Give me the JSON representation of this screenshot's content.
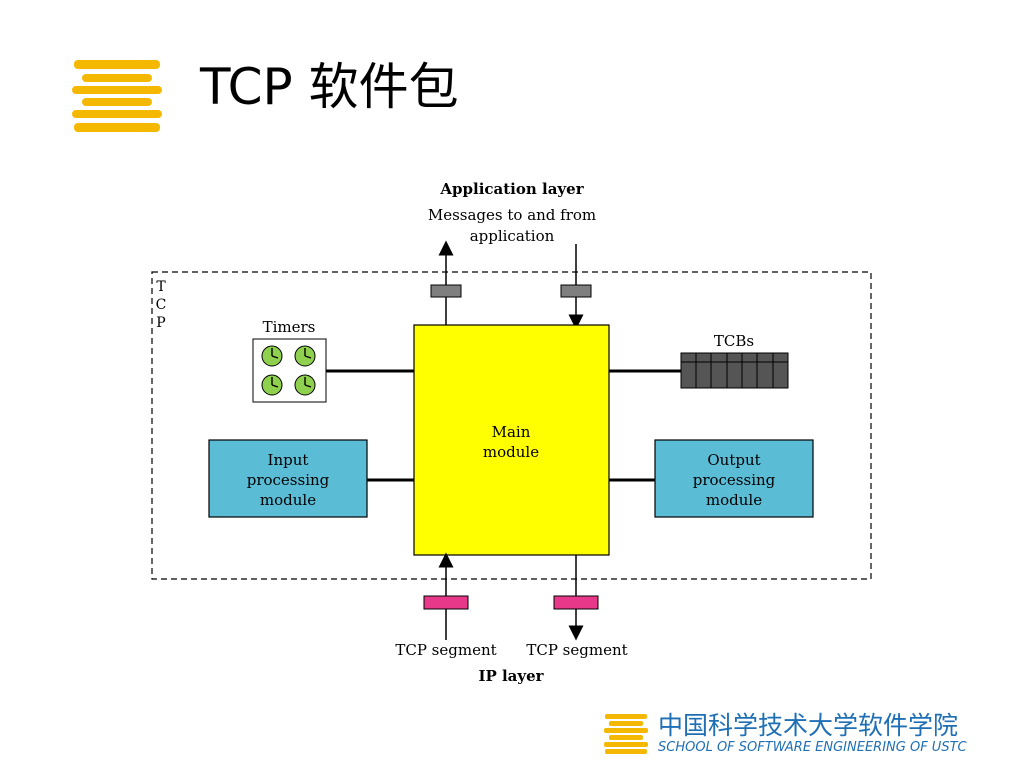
{
  "slide": {
    "title": "TCP 软件包",
    "accent_color": "#f5b800",
    "rule_color": "#8dc63f"
  },
  "diagram": {
    "application_layer": "Application layer",
    "messages_line1": "Messages to and from",
    "messages_line2": "application",
    "tcp_vertical": [
      "T",
      "C",
      "P"
    ],
    "timers_label": "Timers",
    "tcbs_label": "TCBs",
    "main_module_line1": "Main",
    "main_module_line2": "module",
    "input_module": [
      "Input",
      "processing",
      "module"
    ],
    "output_module": [
      "Output",
      "processing",
      "module"
    ],
    "tcp_segment_in": "TCP segment",
    "tcp_segment_out": "TCP segment",
    "ip_layer": "IP layer",
    "colors": {
      "main_module": "#ffff00",
      "processing_module": "#5bbcd6",
      "ip_buffer": "#e8388a",
      "app_buffer": "#7f7f7f",
      "clock_face": "#8fd14f"
    }
  },
  "footer": {
    "school_name": "中国科学技术大学软件学院",
    "school_english": "SCHOOL OF SOFTWARE ENGINEERING OF USTC"
  }
}
